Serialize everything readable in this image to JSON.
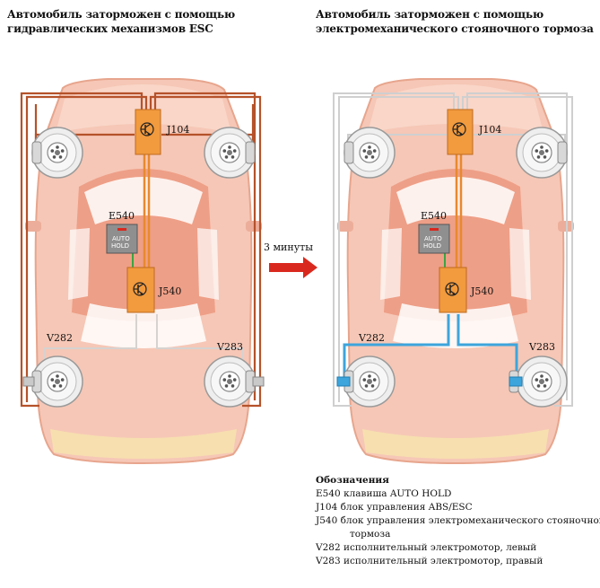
{
  "titles": {
    "left_line1": "Автомобиль заторможен с помощью",
    "left_line2": "гидравлических механизмов ESC",
    "right_line1": "Автомобиль заторможен с помощью",
    "right_line2": "электромеханического стояночного тормоза"
  },
  "transition": {
    "label": "3 минуты"
  },
  "components": {
    "j104": "J104",
    "j540": "J540",
    "e540": "E540",
    "v282": "V282",
    "v283": "V283",
    "auto_line1": "AUTO",
    "auto_line2": "HOLD"
  },
  "colors": {
    "hydraulic_line": "#b5522a",
    "car_body": "#f2b8a4",
    "control_unit": "#f19a3e",
    "electric_line": "#3da5dc",
    "arrow": "#d9291e",
    "inactive_line": "#c8c8c8"
  },
  "legend": {
    "heading": "Обозначения",
    "items": [
      {
        "code": "E540",
        "text": "клавиша AUTO HOLD"
      },
      {
        "code": "J104",
        "text": "блок управления ABS/ESC"
      },
      {
        "code": "J540",
        "text": "блок управления электромеханического стояночного",
        "cont": "тормоза"
      },
      {
        "code": "V282",
        "text": "исполнительный электромотор, левый"
      },
      {
        "code": "V283",
        "text": "исполнительный электромотор, правый"
      }
    ]
  }
}
